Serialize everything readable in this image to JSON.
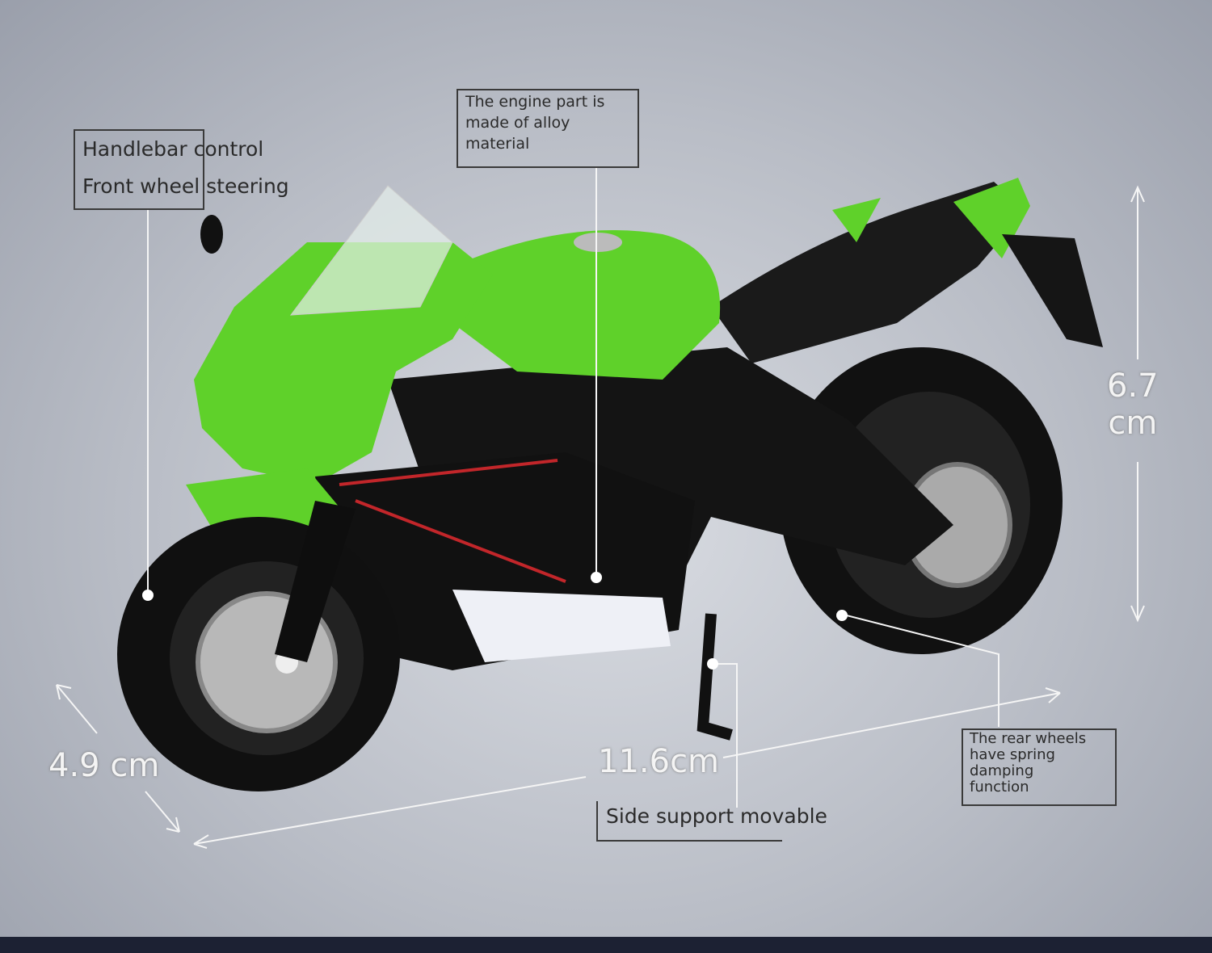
{
  "annotations": {
    "handlebar": [
      "Handlebar control",
      "Front wheel steering"
    ],
    "engine": [
      "The engine part is",
      "made of alloy",
      "material"
    ],
    "rear": [
      "The rear wheels",
      "have spring",
      "damping",
      "function"
    ],
    "side": "Side support movable"
  },
  "dimensions": {
    "height_value": "6.7",
    "height_unit": "cm",
    "width": "4.9 cm",
    "length": "11.6cm"
  },
  "colors": {
    "body_green": "#5fd12a",
    "frame_black": "#151515",
    "accent_red": "#c2262a",
    "footer": "#1c2133"
  }
}
